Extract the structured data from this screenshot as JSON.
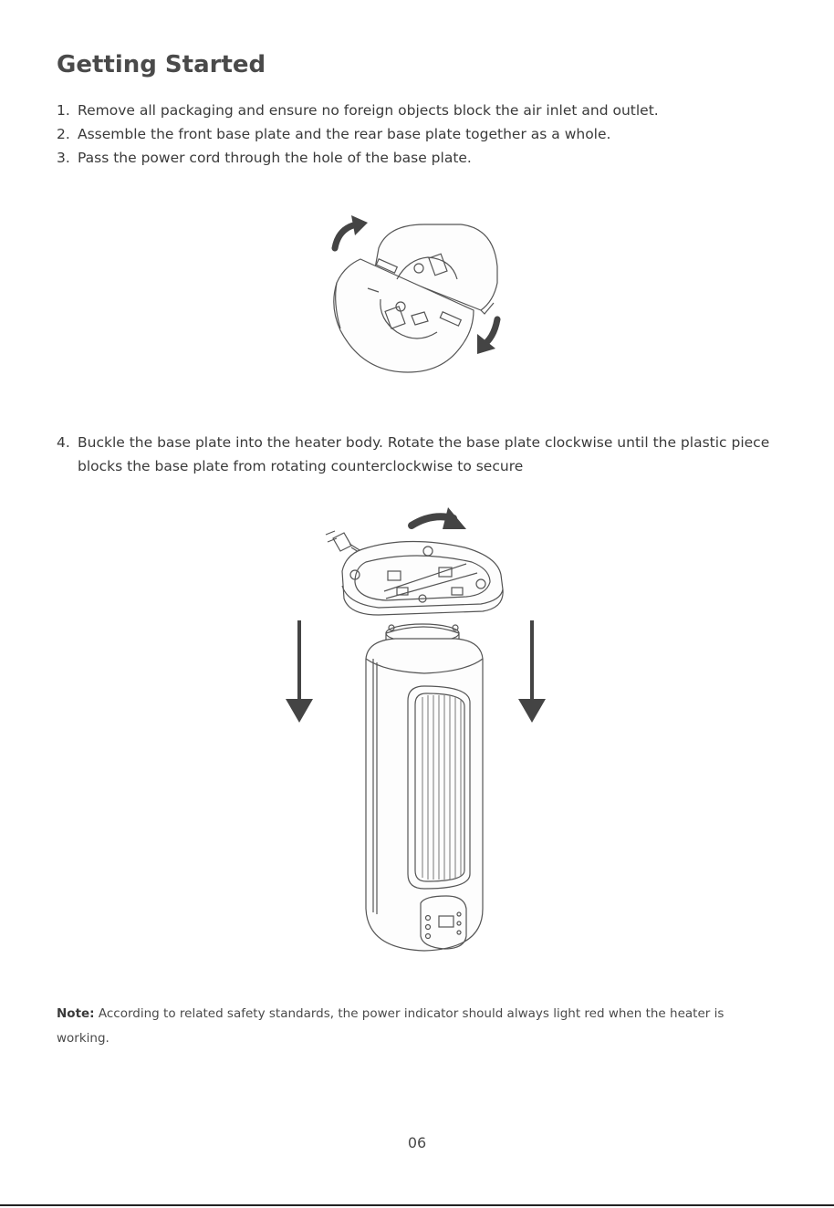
{
  "header": {
    "title": "Getting Started"
  },
  "steps_top": [
    {
      "num": "1.",
      "text": "Remove all packaging and ensure no foreign objects block the air inlet and outlet."
    },
    {
      "num": "2.",
      "text": "Assemble the front base plate and the rear base plate together as a whole."
    },
    {
      "num": "3.",
      "text": "Pass the power cord through the hole of the base plate."
    }
  ],
  "steps_bottom": [
    {
      "num": "4.",
      "text": "Buckle the base plate into the heater body. Rotate the base plate clockwise until the plastic piece blocks the base plate from rotating counterclockwise to secure"
    }
  ],
  "note": {
    "label": "Note:",
    "text": " According to related safety standards, the power indicator should always light red when the heater is working."
  },
  "footer": {
    "page_number": "06"
  },
  "colors": {
    "arrow": "#444444",
    "line": "#555555"
  }
}
